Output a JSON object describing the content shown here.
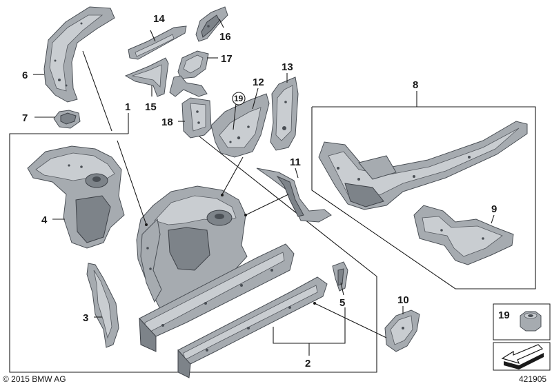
{
  "diagram": {
    "callouts": [
      "1",
      "2",
      "3",
      "4",
      "5",
      "6",
      "7",
      "8",
      "9",
      "10",
      "11",
      "12",
      "13",
      "14",
      "15",
      "16",
      "17",
      "18",
      "19"
    ],
    "legend_box_number": "19",
    "copyright": "© 2015 BMW AG",
    "diagram_id": "421905"
  }
}
